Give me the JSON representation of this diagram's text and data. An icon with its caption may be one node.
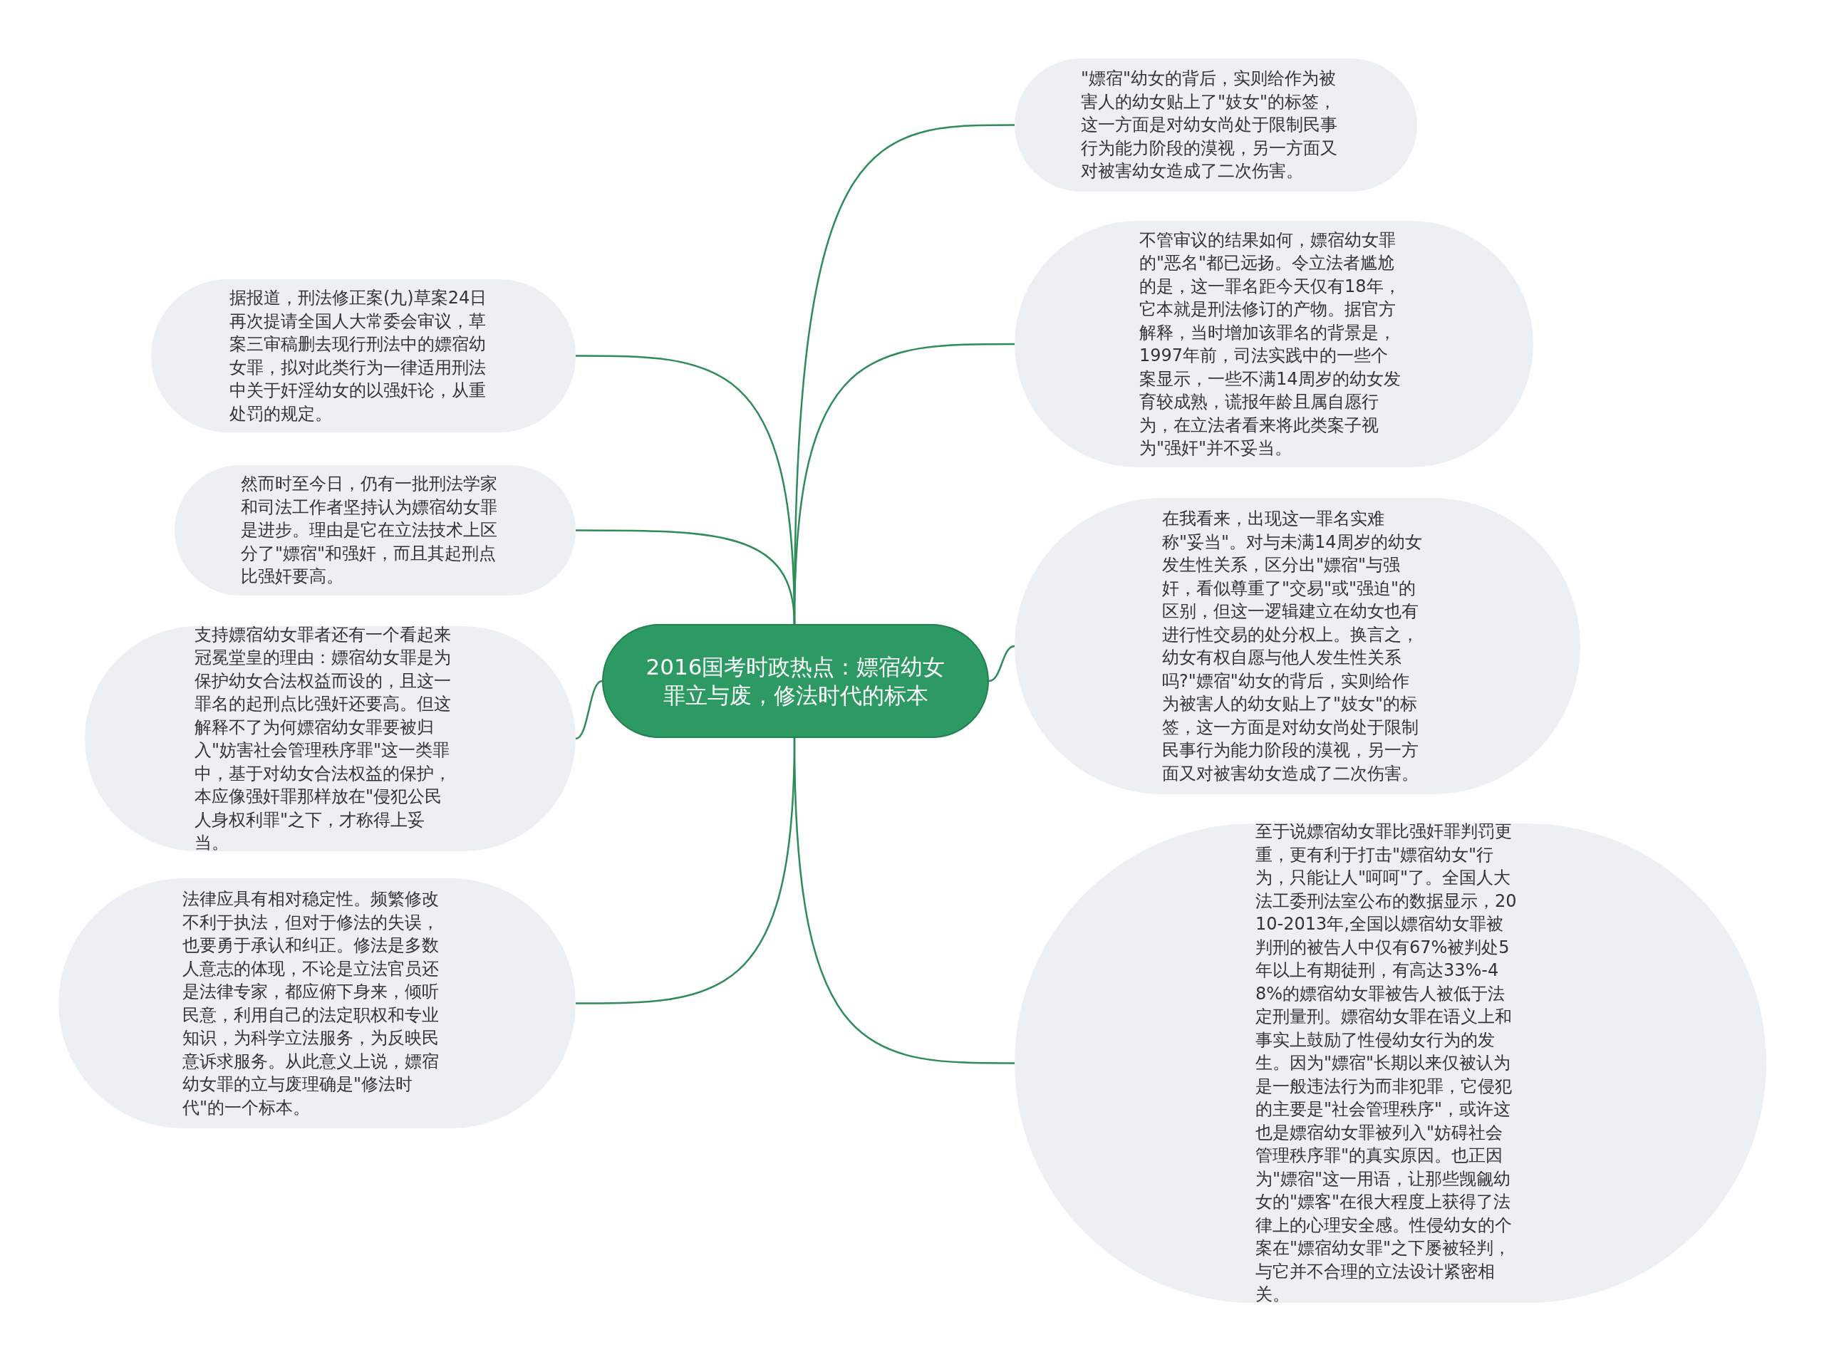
{
  "diagram": {
    "nodes": [
      {
        "text": [
          "2016国考时政热点：嫖宿幼女罪立与废，修法时代的标本"
        ]
      },
      {
        "text": [
          "据报道，刑法修正案(九)草案24日再次提请全国人大常委会审议，草案三审稿删去现行刑法中的嫖宿幼女罪，拟对此类行为一律适用刑法中关于奸淫幼女的以强奸论，从重处罚的规定。"
        ]
      },
      {
        "text": [
          "然而时至今日，仍有一批刑法学家和司法工作者坚持认为嫖宿幼女罪是进步。理由是它在立法技术上区分了\"嫖宿\"和强奸，而且其起刑点比强奸要高。"
        ]
      },
      {
        "text": [
          "支持嫖宿幼女罪者还有一个看起来冠冕堂皇的理由：嫖宿幼女罪是为保护幼女合法权益而设的，且这一罪名的起刑点比强奸还要高。但这解释不了为何嫖宿幼女罪要被归入\"妨害社会管理秩序罪\"这一类罪中，基于对幼女合法权益的保护，本应像强奸罪那样放在\"侵犯公民人身权利罪\"之下，才称得上妥当。"
        ]
      },
      {
        "text": [
          "法律应具有相对稳定性。频繁修改不利于执法，但对于修法的失误，也要勇于承认和纠正。修法是多数人意志的体现，不论是立法官员还是法律专家，都应俯下身来，倾听民意，利用自己的法定职权和专业知识，为科学立法服务，为反映民意诉求服务。从此意义上说，嫖宿幼女罪的立与废理确是\"修法时代\"的一个标本。"
        ]
      },
      {
        "text": [
          "\"嫖宿\"幼女的背后，实则给作为被害人的幼女贴上了\"妓女\"的标签，这一方面是对幼女尚处于限制民事行为能力阶段的漠视，另一方面又对被害幼女造成了二次伤害。"
        ]
      },
      {
        "text": [
          "不管审议的结果如何，嫖宿幼女罪的\"恶名\"都已远扬。令立法者尴尬的是，这一罪名距今天仅有18年，它本就是刑法修订的产物。据官方解释，当时增加该罪名的背景是，1997年前，司法实践中的一些个案显示，一些不满14周岁的幼女发育较成熟，谎报年龄且属自愿行为，在立法者看来将此类案子视为\"强奸\"并不妥当。"
        ]
      },
      {
        "text": [
          "在我看来，出现这一罪名实难称\"妥当\"。对与未满14周岁的幼女发生性关系，区分出\"嫖宿\"与强奸，看似尊重了\"交易\"或\"强迫\"的区别，但这一逻辑建立在幼女也有进行性交易的处分权上。换言之，幼女有权自愿与他人发生性关系吗?\"嫖宿\"幼女的背后，实则给作为被害人的幼女贴上了\"妓女\"的标签，这一方面是对幼女尚处于限制民事行为能力阶段的漠视，另一方面又对被害幼女造成了二次伤害。"
        ]
      },
      {
        "text": [
          "至于说嫖宿幼女罪比强奸罪判罚更重，更有利于打击\"嫖宿幼女\"行为，只能让人\"呵呵\"了。全国人大法工委刑法室公布的数据显示，2010-2013年,全国以嫖宿幼女罪被判刑的被告人中仅有67%被判处5年以上有期徒刑，有高达33%-48%的嫖宿幼女罪被告人被低于法定刑量刑。嫖宿幼女罪在语义上和事实上鼓励了性侵幼女行为的发生。因为\"嫖宿\"长期以来仅被认为是一般违法行为而非犯罪，它侵犯的主要是\"社会管理秩序\"，或许这也是嫖宿幼女罪被列入\"妨碍社会管理秩序罪\"的真实原因。也正因为\"嫖宿\"这一用语，让那些觊觎幼女的\"嫖客\"在很大程度上获得了法律上的心理安全感。性侵幼女的个案在\"嫖宿幼女罪\"之下屡被轻判，与它并不合理的立法设计紧密相关。"
        ]
      }
    ],
    "edges": [
      {
        "from": 0,
        "to": 1,
        "arrow": "none"
      },
      {
        "from": 0,
        "to": 2,
        "arrow": "none"
      },
      {
        "from": 0,
        "to": 3,
        "arrow": "none"
      },
      {
        "from": 0,
        "to": 4,
        "arrow": "none"
      },
      {
        "from": 0,
        "to": 5,
        "arrow": "none"
      },
      {
        "from": 0,
        "to": 6,
        "arrow": "none"
      },
      {
        "from": 0,
        "to": 7,
        "arrow": "none"
      },
      {
        "from": 0,
        "to": 8,
        "arrow": "none"
      }
    ]
  }
}
